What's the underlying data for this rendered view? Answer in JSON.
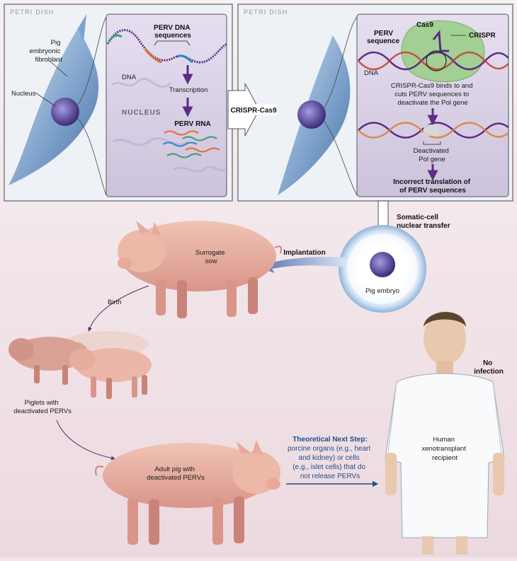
{
  "panels": {
    "left_title": "PETRI DISH",
    "right_title": "PETRI DISH"
  },
  "labels": {
    "fibroblast": [
      "Pig",
      "embryonic",
      "fibroblast"
    ],
    "nucleus": "Nucleus",
    "dna_left": "DNA",
    "perv_dna": [
      "PERV DNA",
      "sequences"
    ],
    "transcription": "Transcription",
    "nucleus_caps": "NUCLEUS",
    "perv_rna": "PERV RNA",
    "crispr_cas9_arrow": "CRISPR-Cas9",
    "cas9": "Cas9",
    "crispr": "CRISPR",
    "perv_sequence": [
      "PERV",
      "sequence"
    ],
    "dna_right": "DNA",
    "binds_text": [
      "CRISPR-Cas9 binds to and",
      "cuts PERV sequences to",
      "deactivate the Pol gene"
    ],
    "deactivated": [
      "Deactivated",
      "Pol gene"
    ],
    "incorrect": [
      "Incorrect translation of",
      "of PERV sequences"
    ],
    "scnt": [
      "Somatic-cell",
      "nuclear transfer"
    ],
    "implantation": "Implantation",
    "surrogate": [
      "Surrogate",
      "sow"
    ],
    "pig_embryo": "Pig embryo",
    "birth": "Birth",
    "piglets": [
      "Piglets with",
      "deactivated PERVs"
    ],
    "adult_pig": [
      "Adult pig with",
      "deactivated PERVs"
    ],
    "next_step_title": "Theoretical Next Step:",
    "next_step_body": [
      "porcine organs (e.g., heart",
      "and kidney) or cells",
      "(e.g., islet cells) that do",
      "not release PERVs"
    ],
    "no_infection": [
      "No",
      "infection"
    ],
    "human": [
      "Human",
      "xenotransplant",
      "recipient"
    ]
  },
  "colors": {
    "accent_purple": "#5b2e83",
    "text_blue": "#1f4d8c",
    "panel_border": "#8a7a8a",
    "background": "#f3e6ea"
  }
}
